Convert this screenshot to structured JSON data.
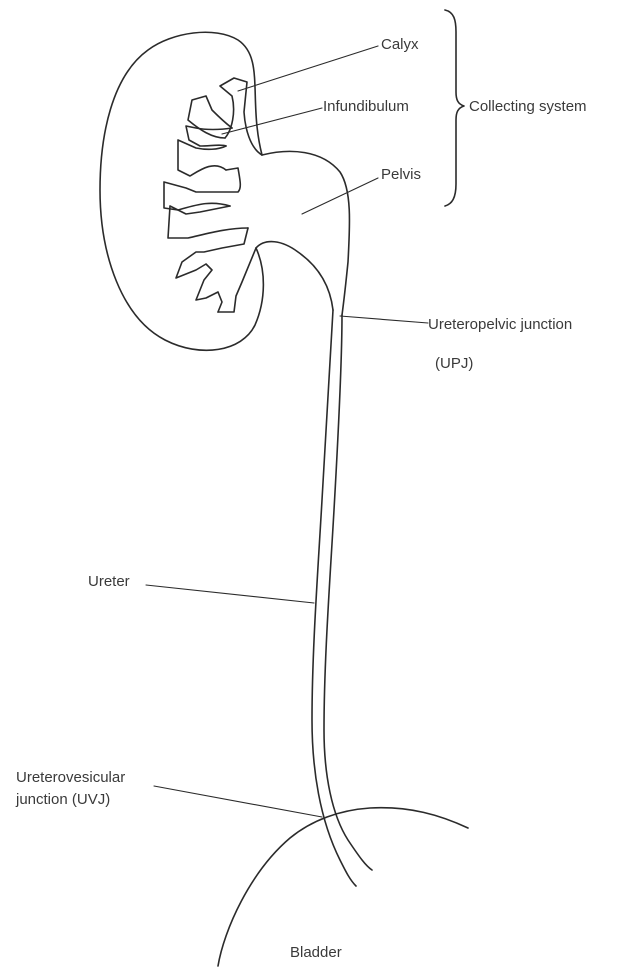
{
  "labels": {
    "calyx": "Calyx",
    "infundibulum": "Infundibulum",
    "collecting_system": "Collecting system",
    "pelvis": "Pelvis",
    "upj_line1": "Ureteropelvic junction",
    "upj_line2": "(UPJ)",
    "ureter": "Ureter",
    "uvj_line1": "Ureterovesicular",
    "uvj_line2": "junction (UVJ)",
    "bladder": "Bladder"
  },
  "colors": {
    "ink": "#2b2b2b",
    "text": "#3a3a3a",
    "background": "#ffffff"
  }
}
